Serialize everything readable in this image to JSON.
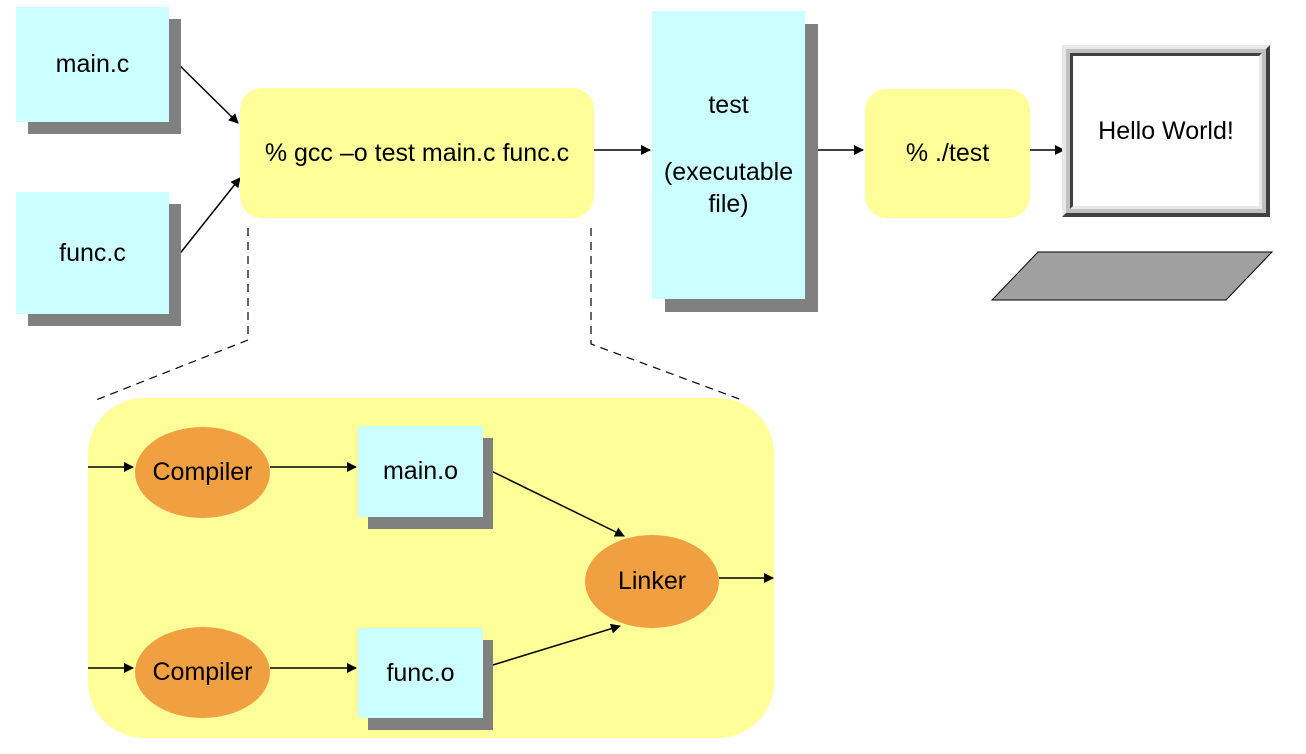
{
  "files": {
    "main_c": "main.c",
    "func_c": "func.c"
  },
  "commands": {
    "gcc": "% gcc –o test main.c func.c",
    "run": "% ./test"
  },
  "executable": {
    "name": "test",
    "description": "(executable file)"
  },
  "monitor": {
    "output": "Hello World!"
  },
  "detail": {
    "compiler_top": "Compiler",
    "compiler_bottom": "Compiler",
    "object_main": "main.o",
    "object_func": "func.o",
    "linker": "Linker"
  },
  "colors": {
    "file_fill": "#ccffff",
    "command_fill": "#ffff99",
    "tool_fill": "#f0a040",
    "shadow": "#808080",
    "keyboard": "#a0a0a0"
  }
}
